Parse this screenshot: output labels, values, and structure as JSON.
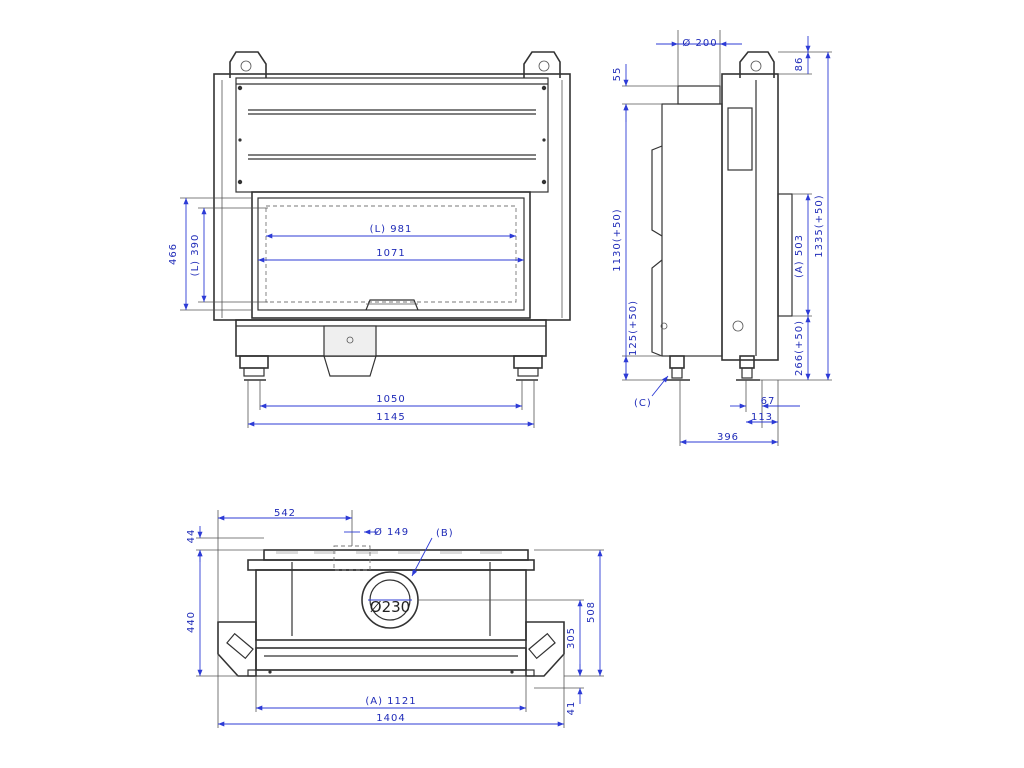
{
  "dimensions": {
    "front": {
      "width_1145": "1145",
      "width_1050": "1050",
      "glass_1071": "1071",
      "glass_981": "(L) 981",
      "height_466": "466",
      "height_390": "(L) 390"
    },
    "side": {
      "flue": "Ø 200",
      "top_55": "55",
      "top_86": "86",
      "height_1130": "1130(+50)",
      "height_1335": "1335(+50)",
      "height_503": "(A) 503",
      "height_125": "125(+50)",
      "height_266": "266(+50)",
      "depth_67": "67",
      "depth_113": "113",
      "depth_396": "396",
      "callout_c": "(C)"
    },
    "top": {
      "width_542": "542",
      "flue_149": "Ø 149",
      "callout_b": "(B)",
      "flue_230": "Ø230",
      "depth_44": "44",
      "depth_440": "440",
      "depth_508": "508",
      "depth_305": "305",
      "depth_41": "41",
      "width_1121": "(A) 1121",
      "width_1404": "1404"
    }
  }
}
